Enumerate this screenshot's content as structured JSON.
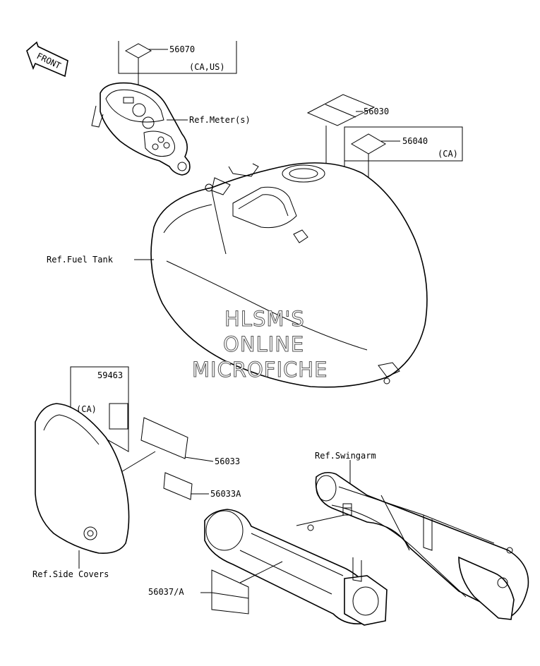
{
  "labels": {
    "front": "FRONT",
    "p56070": "56070",
    "p56070_note": "(CA,US)",
    "ref_meter": "Ref.Meter(s)",
    "p56030": "56030",
    "p56040": "56040",
    "p56040_note": "(CA)",
    "ref_fuel_tank": "Ref.Fuel Tank",
    "p59463": "59463",
    "p59463_note": "(CA)",
    "p56033": "56033",
    "p56033A": "56033A",
    "ref_swingarm": "Ref.Swingarm",
    "ref_side_covers": "Ref.Side Covers",
    "p56037": "56037/A"
  },
  "watermark": {
    "line1": "HLSM'S",
    "line2": "ONLINE",
    "line3": "MICROFICHE"
  }
}
